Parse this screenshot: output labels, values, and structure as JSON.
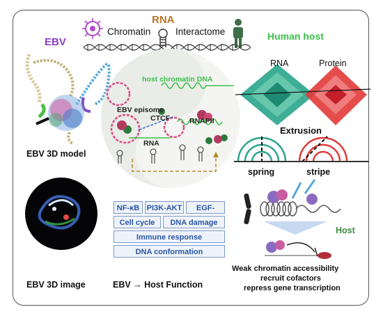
{
  "header": {
    "ebv": "EBV",
    "rna": "RNA",
    "chromatin": "Chromatin",
    "interactome": "Interactome",
    "human_host": "Human host"
  },
  "left": {
    "model_caption": "EBV 3D model",
    "image_caption": "EBV 3D image"
  },
  "center": {
    "host_chromatin_dna": "host chromatin DNA",
    "ebv_episome": "EBV episome",
    "ctcf": "CTCF",
    "rnapii": "RNAPII",
    "rna": "RNA",
    "function_caption": "EBV → Host Function"
  },
  "pathways": [
    "NF-κB",
    "PI3K-AKT",
    "EGF-EGFR",
    "Cell cycle",
    "DNA damage",
    "Immune response",
    "DNA conformation"
  ],
  "right": {
    "rna_label": "RNA",
    "protein_label": "Protein",
    "extrusion": "Extrusion",
    "spring": "spring",
    "stripe": "stripe",
    "host": "Host",
    "effects": [
      "Weak chromatin accessibility",
      "recruit cofactors",
      "repress gene transcription"
    ]
  },
  "colors": {
    "ebv_purple": "#8a3ec6",
    "rna_brown": "#b9772b",
    "host_green": "#3dbf4a",
    "teal": "#2aa58c",
    "red": "#e23a3a",
    "pathway_blue": "#2a55a3"
  }
}
